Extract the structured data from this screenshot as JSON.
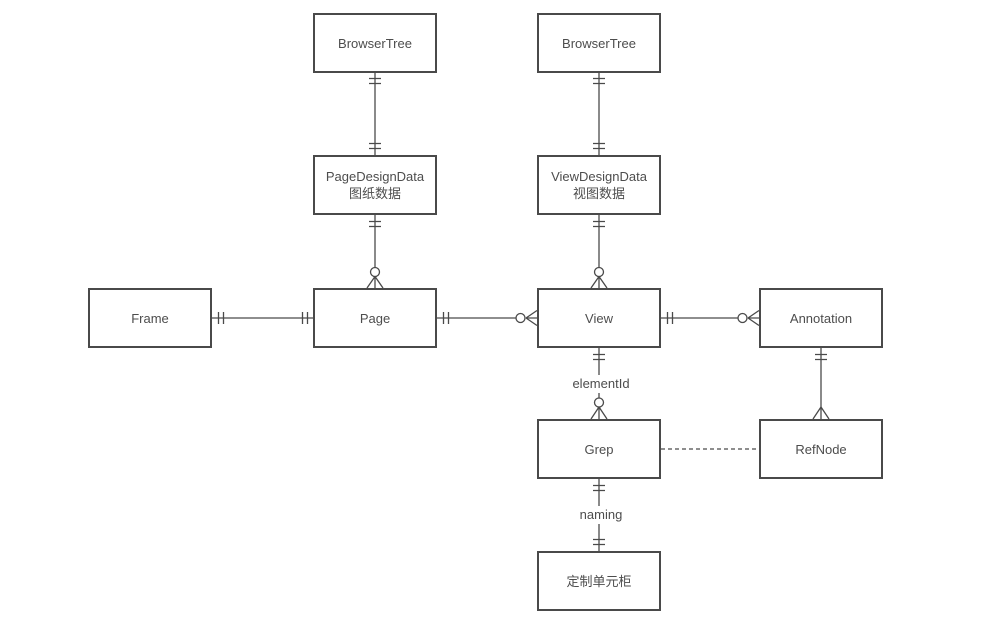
{
  "colors": {
    "background": "#ffffff",
    "line": "#4a4a4a",
    "box_border": "#4a4a4a",
    "text": "#4d4d4d"
  },
  "nodes": {
    "browsertree_left": {
      "label": "BrowserTree"
    },
    "browsertree_right": {
      "label": "BrowserTree"
    },
    "page_design_data": {
      "label": "PageDesignData",
      "sublabel": "图纸数据"
    },
    "view_design_data": {
      "label": "ViewDesignData",
      "sublabel": "视图数据"
    },
    "frame": {
      "label": "Frame"
    },
    "page": {
      "label": "Page"
    },
    "view": {
      "label": "View"
    },
    "annotation": {
      "label": "Annotation"
    },
    "grep": {
      "label": "Grep"
    },
    "refnode": {
      "label": "RefNode"
    },
    "custom_unit_cabinet": {
      "label": "定制单元柜"
    }
  },
  "edges": [
    {
      "from": "BrowserTree (left)",
      "to": "PageDesignData 图纸数据",
      "from_end": "one",
      "to_end": "one",
      "style": "solid",
      "label": ""
    },
    {
      "from": "BrowserTree (right)",
      "to": "ViewDesignData 视图数据",
      "from_end": "one",
      "to_end": "one",
      "style": "solid",
      "label": ""
    },
    {
      "from": "PageDesignData 图纸数据",
      "to": "Page",
      "from_end": "one",
      "to_end": "zero-or-many",
      "style": "solid",
      "label": ""
    },
    {
      "from": "ViewDesignData 视图数据",
      "to": "View",
      "from_end": "one",
      "to_end": "zero-or-many",
      "style": "solid",
      "label": ""
    },
    {
      "from": "Frame",
      "to": "Page",
      "from_end": "one",
      "to_end": "one",
      "style": "solid",
      "label": ""
    },
    {
      "from": "Page",
      "to": "View",
      "from_end": "one",
      "to_end": "zero-or-many",
      "style": "solid",
      "label": ""
    },
    {
      "from": "View",
      "to": "Annotation",
      "from_end": "one",
      "to_end": "zero-or-many",
      "style": "solid",
      "label": ""
    },
    {
      "from": "View",
      "to": "Grep",
      "from_end": "one",
      "to_end": "zero-or-many",
      "style": "solid",
      "label": "elementId"
    },
    {
      "from": "Grep",
      "to": "定制单元柜",
      "from_end": "one",
      "to_end": "one",
      "style": "solid",
      "label": "naming"
    },
    {
      "from": "Annotation",
      "to": "RefNode",
      "from_end": "one",
      "to_end": "many",
      "style": "solid",
      "label": ""
    },
    {
      "from": "Grep",
      "to": "RefNode",
      "from_end": "none",
      "to_end": "none",
      "style": "dashed",
      "label": ""
    }
  ]
}
